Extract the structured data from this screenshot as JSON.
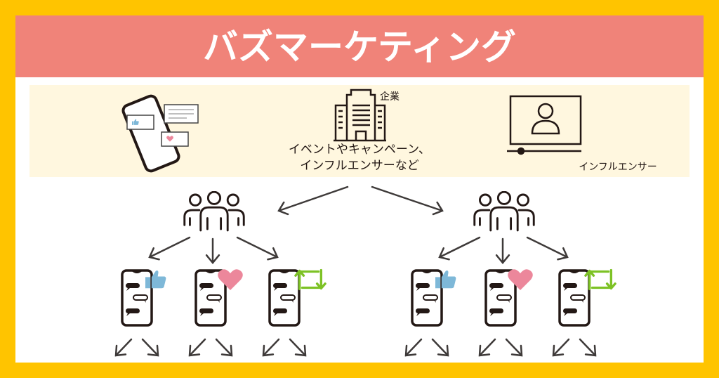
{
  "title": "バズマーケティング",
  "top_band": {
    "company_label": "企業",
    "company_caption_line1": "イベントやキャンペーン、",
    "company_caption_line2": "インフルエンサーなど",
    "influencer_label": "インフルエンサー"
  },
  "colors": {
    "frame": "#FFC400",
    "header": "#F08379",
    "band": "#FFF7DF",
    "line": "#3E3A39",
    "like": "#7EB8D8",
    "heart": "#EC879B",
    "repost": "#7DC225"
  },
  "reactions": [
    "like",
    "heart",
    "repost"
  ]
}
